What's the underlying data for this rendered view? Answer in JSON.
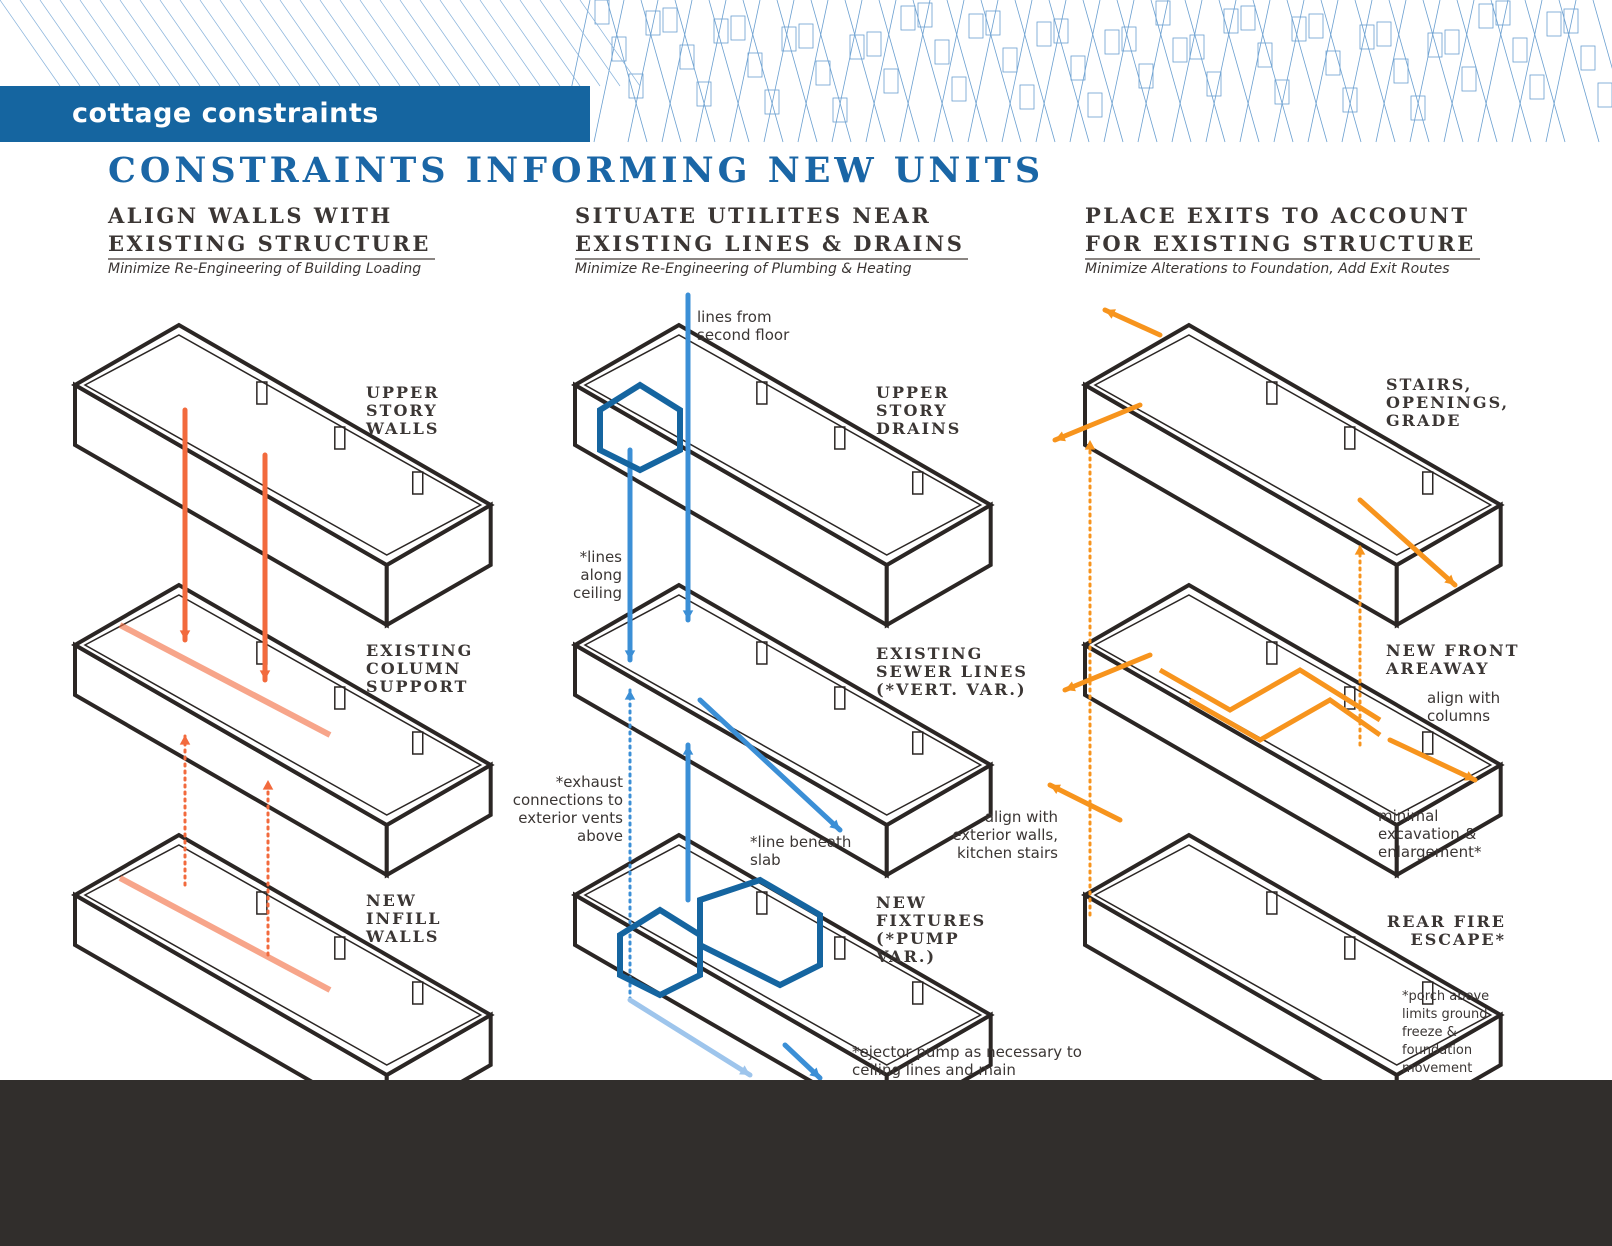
{
  "header": {
    "section_label": "cottage constraints",
    "title": "CONSTRAINTS INFORMING NEW UNITS"
  },
  "columns": [
    {
      "heading_line1": "ALIGN WALLS WITH",
      "heading_line2": "EXISTING STRUCTURE",
      "subtitle": "Minimize Re-Engineering of Building Loading",
      "labels": [
        "UPPER STORY WALLS",
        "EXISTING COLUMN SUPPORT",
        "NEW INFILL WALLS"
      ],
      "notes": [],
      "accent": "#f26a3d"
    },
    {
      "heading_line1": "SITUATE UTILITES NEAR",
      "heading_line2": "EXISTING LINES & DRAINS",
      "subtitle": "Minimize Re-Engineering of Plumbing & Heating",
      "labels": [
        "UPPER STORY DRAINS",
        "EXISTING SEWER LINES (*VERT. VAR.)",
        "NEW FIXTURES (*PUMP VAR.)"
      ],
      "notes": [
        "lines from second floor",
        "*lines along ceiling",
        "*exhaust connections to exterior vents above",
        "*line beneath slab",
        "*ejector pump as necessary to ceiling lines and main"
      ],
      "accent": "#3b8fd6"
    },
    {
      "heading_line1": "PLACE EXITS TO ACCOUNT",
      "heading_line2": "FOR EXISTING STRUCTURE",
      "subtitle": "Minimize Alterations to Foundation, Add Exit Routes",
      "labels": [
        "STAIRS, OPENINGS, GRADE",
        "NEW FRONT AREAWAY",
        "REAR FIRE ESCAPE*"
      ],
      "notes": [
        "align with columns",
        "minimal excavation & enlargement*",
        "align with exterior walls, kitchen stairs",
        "*porch above limits ground freeze & foundation movement"
      ],
      "accent": "#f7941d"
    }
  ],
  "colors": {
    "banner": "#1565a0",
    "title": "#1a66a6",
    "footer": "#312e2c",
    "line": "#2b2624"
  }
}
